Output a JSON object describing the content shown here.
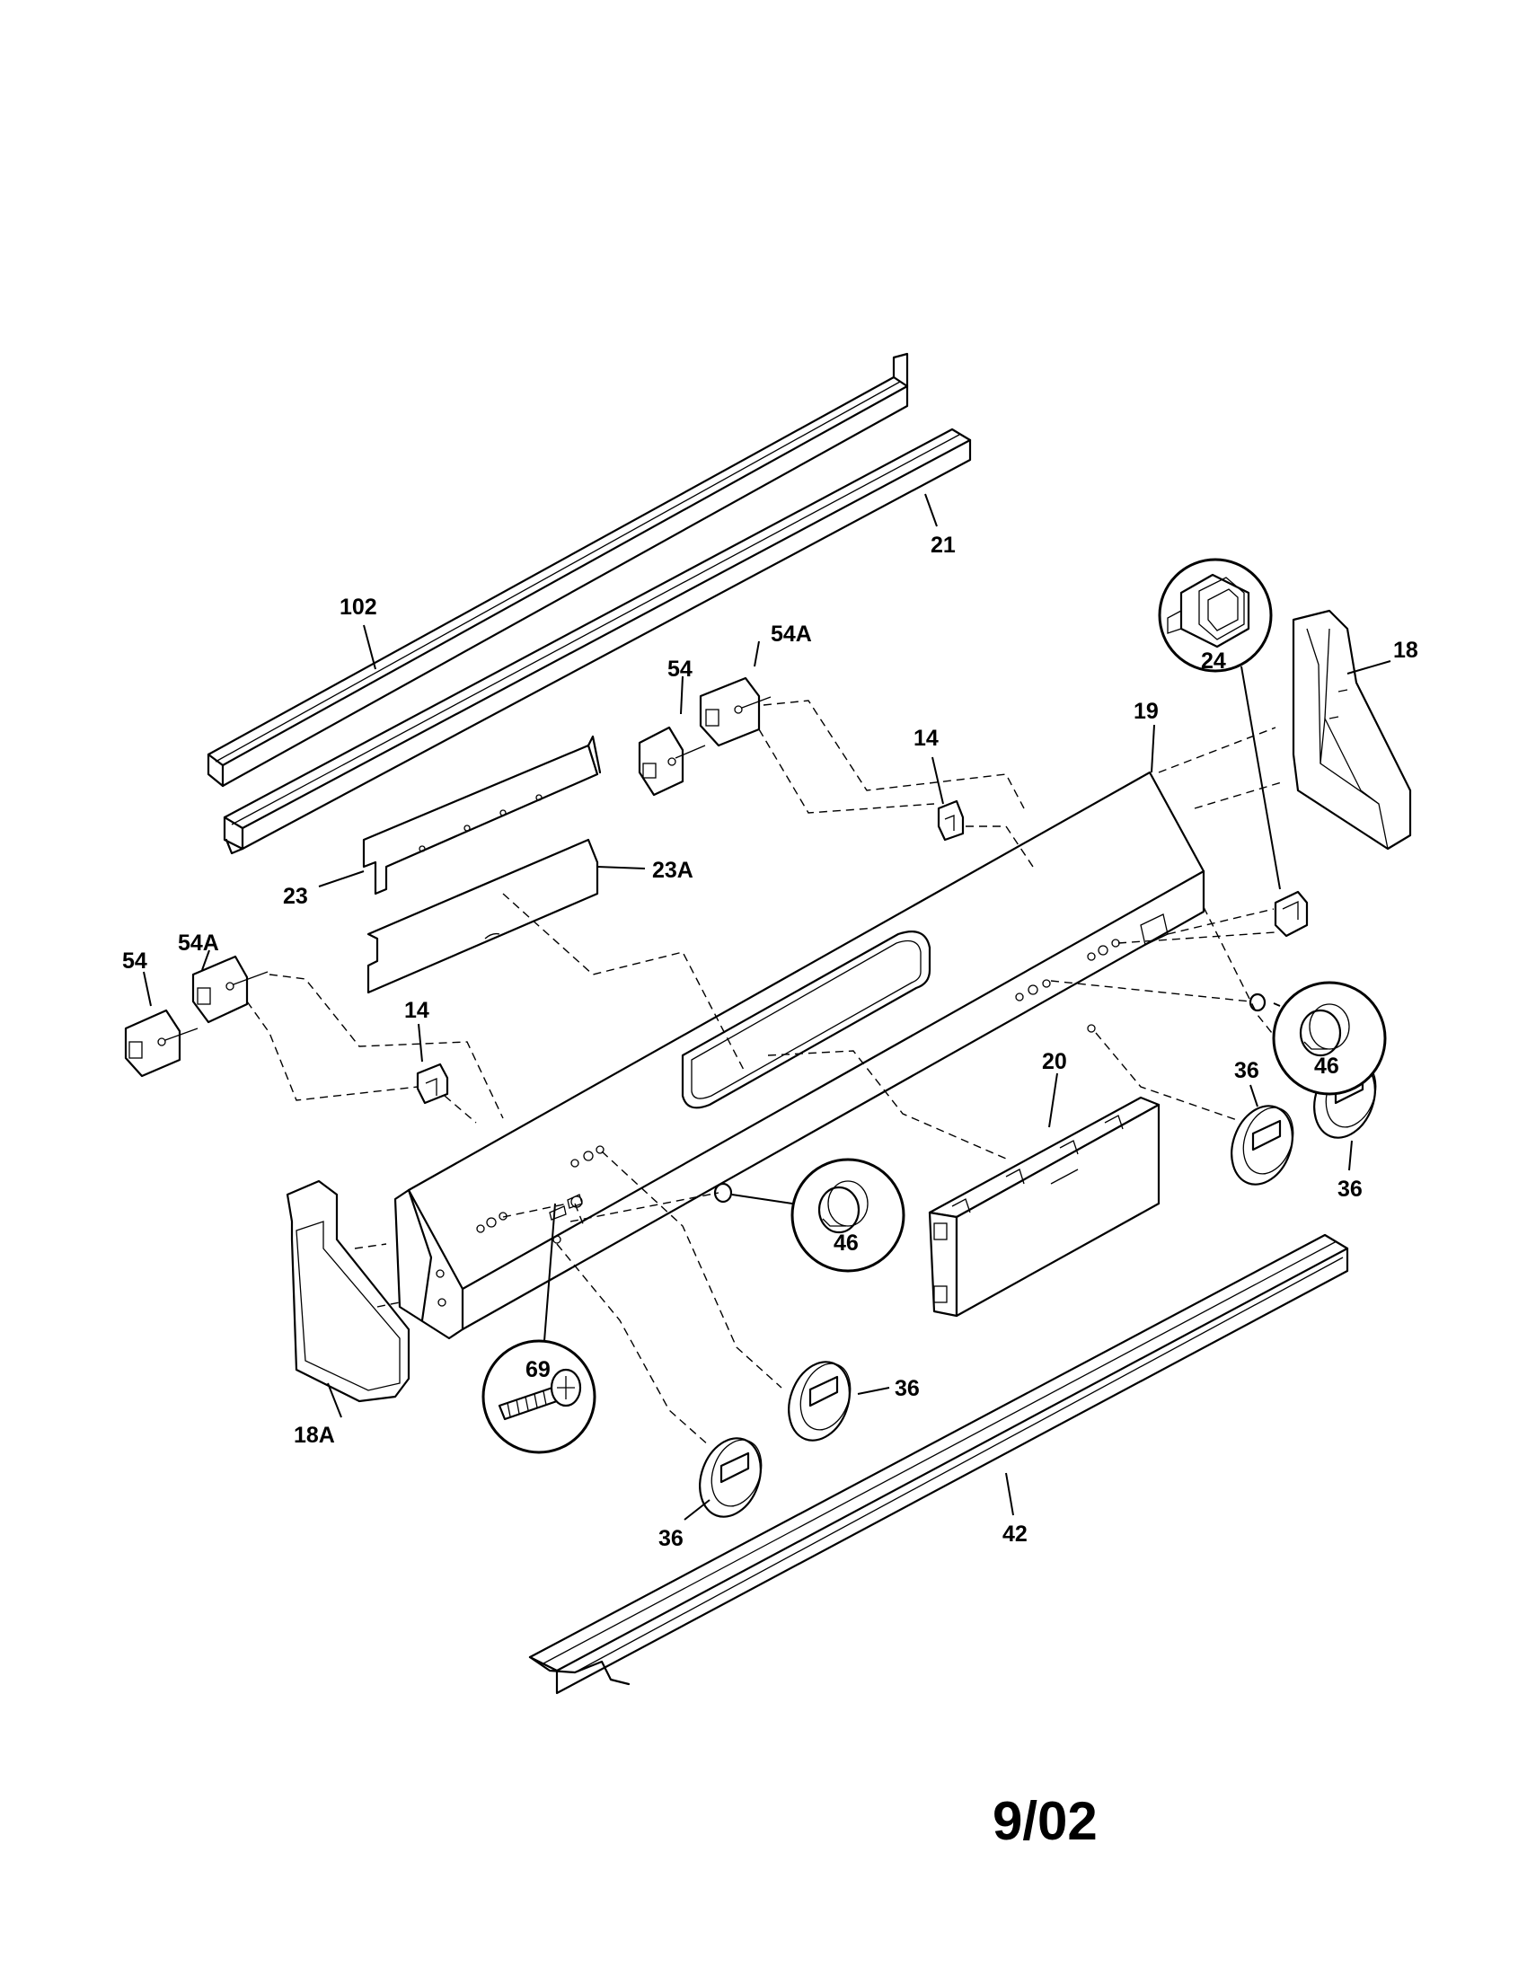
{
  "diagram": {
    "date_stamp": "9/02",
    "labels": {
      "p102": "102",
      "p21": "21",
      "p54a_top": "54A",
      "p54_top": "54",
      "p14_top": "14",
      "p19": "19",
      "p24": "24",
      "p18": "18",
      "p23": "23",
      "p23a": "23A",
      "p54a_left": "54A",
      "p54_left": "54",
      "p14_left": "14",
      "p46_right": "46",
      "p20": "20",
      "p36_r1": "36",
      "p36_r2": "36",
      "p46_mid": "46",
      "p69": "69",
      "p36_c1": "36",
      "p36_c2": "36",
      "p18a": "18A",
      "p42": "42"
    }
  }
}
